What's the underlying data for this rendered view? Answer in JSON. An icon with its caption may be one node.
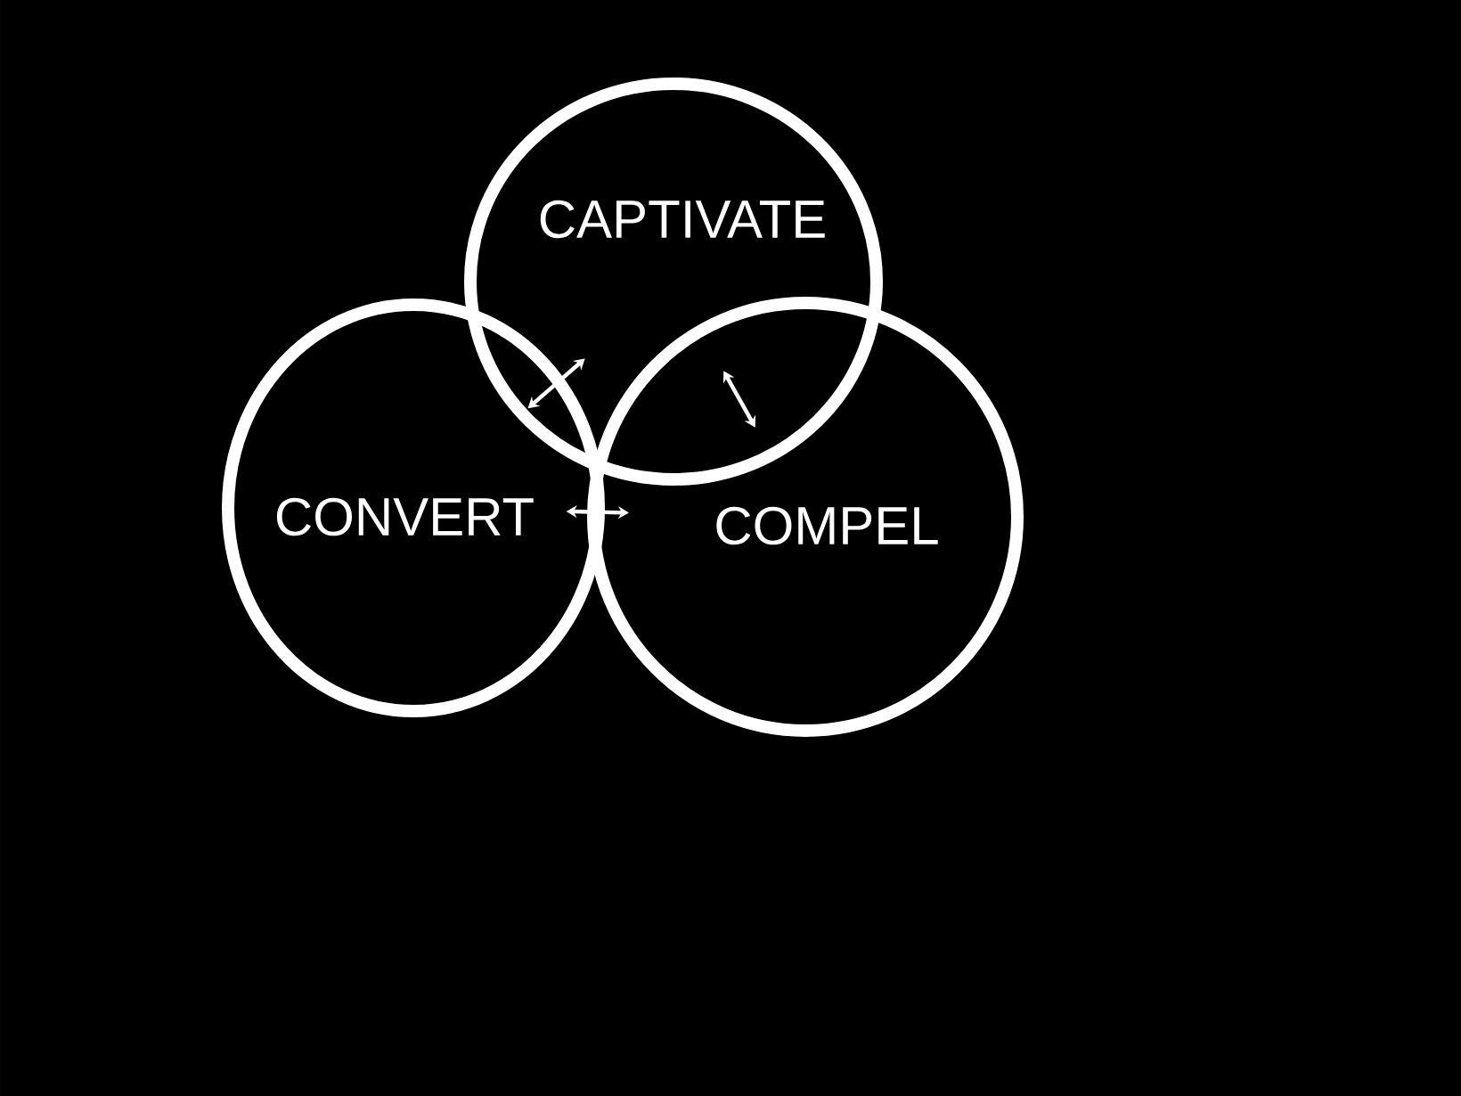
{
  "diagram": {
    "nodes": [
      {
        "text": [
          "CAPTIVATE"
        ]
      },
      {
        "text": [
          "CONVERT"
        ]
      },
      {
        "text": [
          "COMPEL"
        ]
      }
    ],
    "edges": [
      {
        "from": 0,
        "to": 1,
        "arrow": "both"
      },
      {
        "from": 0,
        "to": 2,
        "arrow": "both"
      },
      {
        "from": 1,
        "to": 2,
        "arrow": "both"
      }
    ]
  }
}
